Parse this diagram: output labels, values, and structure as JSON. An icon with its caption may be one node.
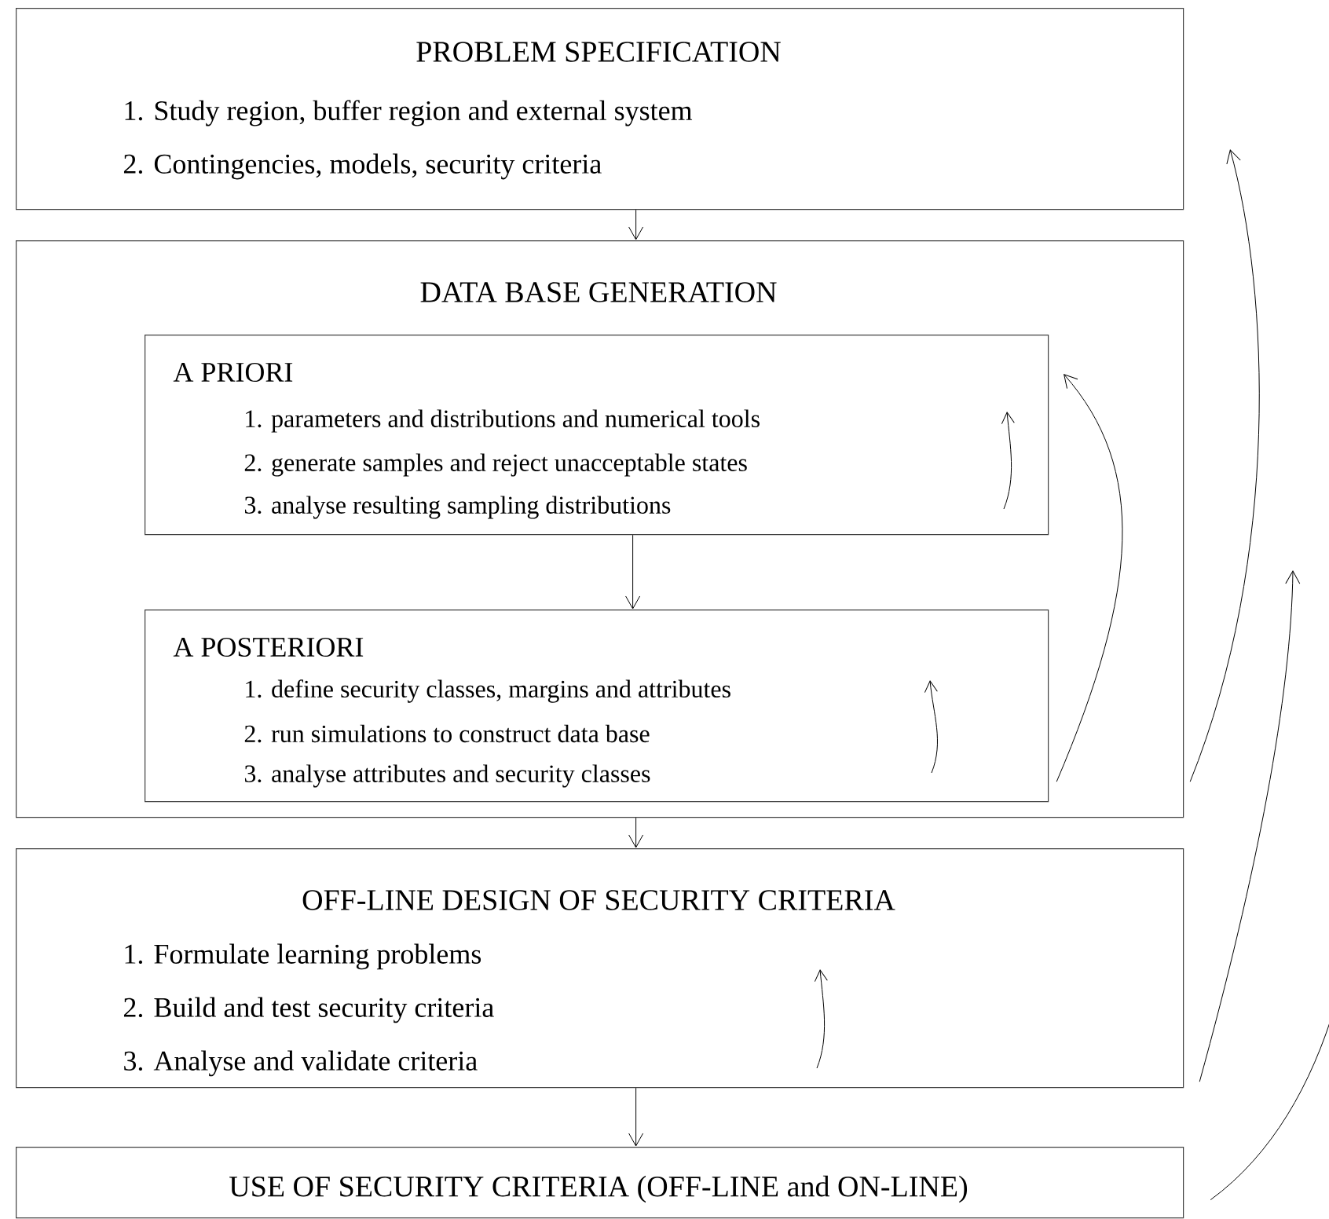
{
  "diagram": {
    "nodes": [
      {
        "text": [
          "PROBLEM SPECIFICATION",
          "1. Study region, buffer region and external system",
          "2. Contingencies, models, security criteria"
        ]
      },
      {
        "text": [
          "DATA BASE GENERATION"
        ]
      },
      {
        "text": [
          "A PRIORI",
          "1. parameters and distributions and numerical tools",
          "2. generate samples and reject unacceptable states",
          "3. analyse resulting sampling distributions"
        ],
        "in": 1
      },
      {
        "text": [
          "A POSTERIORI",
          "1. define security classes, margins and attributes",
          "2. run simulations to construct data base",
          "3. analyse attributes and security classes"
        ],
        "in": 1
      },
      {
        "text": [
          "OFF-LINE DESIGN OF SECURITY CRITERIA",
          "1. Formulate learning problems",
          "2. Build and test security criteria",
          "3. Analyse and validate criteria"
        ]
      },
      {
        "text": [
          "USE OF SECURITY CRITERIA (OFF-LINE and ON-LINE)"
        ]
      }
    ],
    "edges": [
      {
        "from": 0,
        "to": 1,
        "arrow": "to"
      },
      {
        "from": 2,
        "to": 3,
        "arrow": "to"
      },
      {
        "from": 1,
        "to": 4,
        "arrow": "to"
      },
      {
        "from": 4,
        "to": 5,
        "arrow": "to"
      },
      {
        "from": 3,
        "to": 2,
        "arrow": "to"
      },
      {
        "from": 1,
        "to": 0,
        "arrow": "to"
      },
      {
        "from": 4,
        "to": 1,
        "arrow": "to"
      },
      {
        "from": 5,
        "to": null,
        "arrow": "none"
      }
    ]
  }
}
